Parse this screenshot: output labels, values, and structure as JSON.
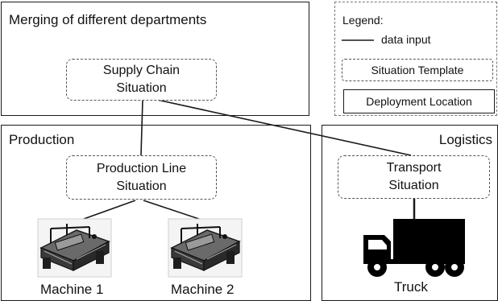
{
  "panels": {
    "merging": "Merging of different departments",
    "production": "Production",
    "logistics": "Logistics"
  },
  "legend": {
    "title": "Legend:",
    "data_input": "data input",
    "situation_template": "Situation Template",
    "deployment_location": "Deployment Location"
  },
  "situations": {
    "supply_chain": [
      "Supply Chain",
      "Situation"
    ],
    "production_line": [
      "Production Line",
      "Situation"
    ],
    "transport": [
      "Transport",
      "Situation"
    ]
  },
  "devices": {
    "machine_1": "Machine 1",
    "machine_2": "Machine 2",
    "truck": "Truck"
  },
  "icons": [
    "machine-icon",
    "truck-icon"
  ],
  "colors": {
    "line": "#1a1a1a",
    "template_border": "#555555"
  }
}
